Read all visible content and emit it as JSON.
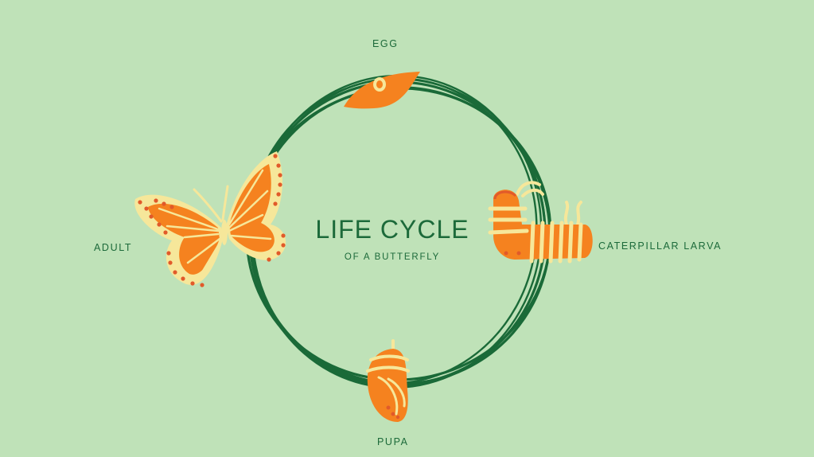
{
  "title": "LIFE CYCLE",
  "subtitle": "OF A BUTTERFLY",
  "stages": [
    {
      "id": "egg",
      "label": "EGG"
    },
    {
      "id": "caterpillar",
      "label": "CATERPILLAR LARVA"
    },
    {
      "id": "pupa",
      "label": "PUPA"
    },
    {
      "id": "adult",
      "label": "ADULT"
    }
  ],
  "colors": {
    "background": "#bfe2b8",
    "ring": "#1a6a38",
    "text": "#1c6a3a",
    "orange": "#f5821f",
    "cream": "#f6e79a",
    "dots": "#e15a2a"
  }
}
